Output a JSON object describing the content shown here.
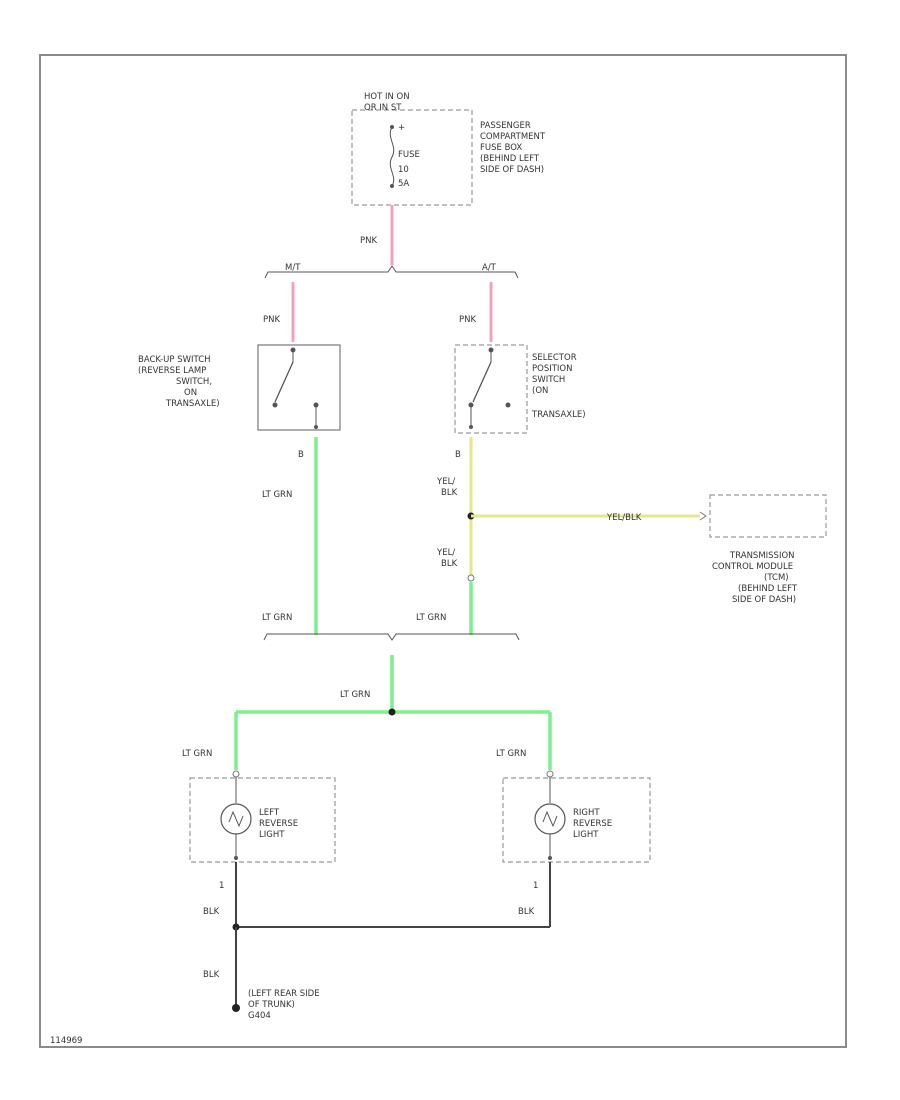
{
  "fuse_box": {
    "hot_label_1": "HOT IN ON",
    "hot_label_2": "OR IN ST",
    "fuse_word": "FUSE",
    "fuse_num_1": "10",
    "fuse_num_2": "5A",
    "location": [
      "PASSENGER",
      "COMPARTMENT",
      "FUSE BOX",
      "(BEHIND LEFT",
      "SIDE OF DASH)"
    ]
  },
  "wires": {
    "fuse_out": "PNK",
    "mt_label": "M/T",
    "at_label": "A/T",
    "backup_in": "PNK",
    "selector_in": "PNK",
    "backup_out_pin": "B",
    "backup_out": "LT GRN",
    "selector_out_pin": "B",
    "selector_out": [
      "YEL/",
      "BLK"
    ],
    "tcm_wire": "YEL/BLK",
    "selector_out_2": [
      "YEL/",
      "BLK"
    ],
    "backup_bottom": "LT GRN",
    "selector_bottom": "LT GRN",
    "merge": "LT GRN",
    "left_lamp_in": "LT GRN",
    "right_lamp_in": "LT GRN",
    "left_lamp_pin": "1",
    "right_lamp_pin": "1",
    "left_lamp_out": "BLK",
    "right_lamp_out": "BLK",
    "ground_wire": "BLK"
  },
  "components": {
    "backup_switch": [
      "BACK-UP SWITCH",
      "(REVERSE LAMP",
      "SWITCH,",
      "ON",
      "TRANSAXLE)"
    ],
    "selector_switch": [
      "SELECTOR",
      "POSITION",
      "SWITCH",
      "(ON",
      "TRANSAXLE)"
    ],
    "tcm": [
      "TRANSMISSION",
      "CONTROL MODULE",
      "(TCM)",
      "(BEHIND LEFT",
      "SIDE OF DASH)"
    ],
    "left_lamp": [
      "LEFT",
      "REVERSE",
      "LIGHT"
    ],
    "right_lamp": [
      "RIGHT",
      "REVERSE",
      "LIGHT"
    ],
    "ground": [
      "(LEFT REAR SIDE",
      "OF TRUNK)",
      "G404"
    ]
  },
  "figure_id": "114969",
  "colors": {
    "pink_wire": "#f4a0b8",
    "green_wire": "#7cf08a",
    "yellow_wire": "#e6e68a",
    "black_wire": "#444444",
    "dashed_box": "#9a9a9a"
  }
}
